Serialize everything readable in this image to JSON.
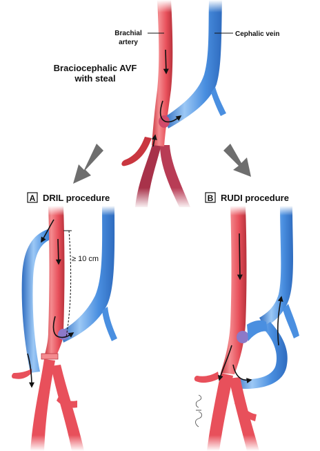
{
  "labels": {
    "brachial_line1": "Brachial",
    "brachial_line2": "artery",
    "cephalic": "Cephalic vein",
    "title_line1": "Braciocephalic AVF",
    "title_line2": "with steal",
    "panel_a_letter": "A",
    "panel_a_title": "DRIL procedure",
    "panel_b_letter": "B",
    "panel_b_title": "RUDI procedure",
    "distance": "≥ 10 cm"
  },
  "colors": {
    "artery": "#e8505b",
    "artery_light": "#f48b8f",
    "artery_dark": "#b8323c",
    "vein": "#4a8fe0",
    "vein_light": "#8fbff2",
    "vein_dark": "#2f6cbf",
    "arrow_gray": "#6e6e6e",
    "flow_arrow": "#111111"
  }
}
